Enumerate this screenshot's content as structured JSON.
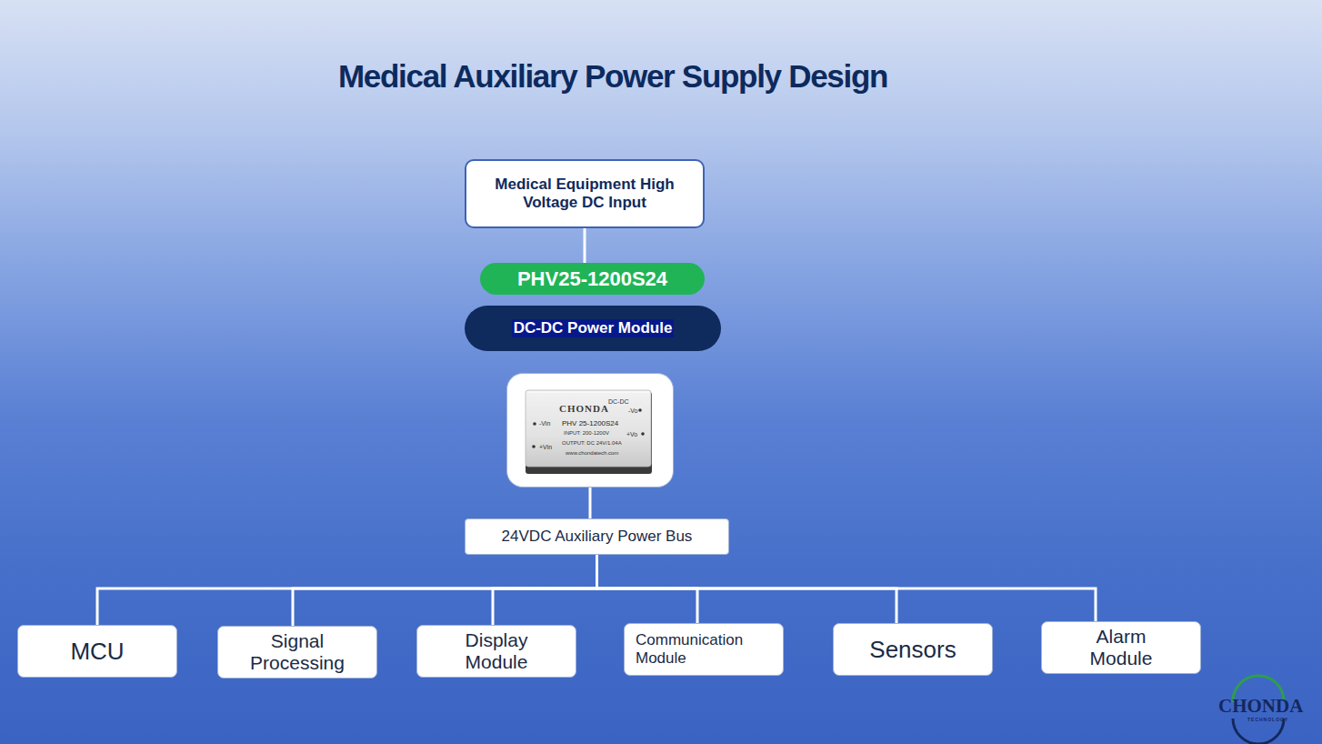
{
  "diagram": {
    "title": "Medical Auxiliary Power Supply Design",
    "nodes": [
      {
        "text": [
          "Medical Equipment High Voltage DC Input"
        ]
      },
      {
        "text": [
          "PHV25-1200S24"
        ]
      },
      {
        "text": [
          "DC-DC Power Module"
        ]
      },
      {
        "text": [
          "CHONDA",
          "DC-DC",
          "-Vo",
          "-Vin",
          "PHV 25-1200S24",
          "INPUT: 200-1200V",
          "+Vo",
          "OUTPUT: DC 24V/1.04A",
          "+Vin",
          "www.chondatech.com"
        ]
      },
      {
        "text": [
          "24VDC Auxiliary Power Bus"
        ]
      },
      {
        "text": [
          "MCU"
        ]
      },
      {
        "text": [
          "Signal Processing"
        ]
      },
      {
        "text": [
          "Display Module"
        ]
      },
      {
        "text": [
          "Communication Module"
        ]
      },
      {
        "text": [
          "Sensors"
        ]
      },
      {
        "text": [
          "Alarm Module"
        ]
      }
    ],
    "edges": [
      {
        "from": 0,
        "to": 1,
        "arrow": "none"
      },
      {
        "from": 3,
        "to": 4,
        "arrow": "none"
      },
      {
        "from": 4,
        "to": 5,
        "arrow": "none"
      },
      {
        "from": 4,
        "to": 6,
        "arrow": "none"
      },
      {
        "from": 4,
        "to": 7,
        "arrow": "none"
      },
      {
        "from": 4,
        "to": 8,
        "arrow": "none"
      },
      {
        "from": 4,
        "to": 9,
        "arrow": "none"
      },
      {
        "from": 4,
        "to": 10,
        "arrow": "none"
      }
    ],
    "labels": [
      "CHONDA",
      "TECHNOLOGY"
    ]
  }
}
